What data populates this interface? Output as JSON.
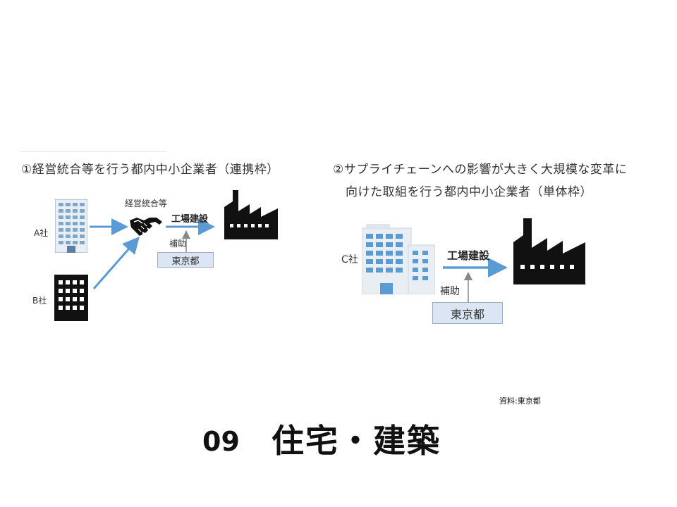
{
  "panel1": {
    "title": "①経営統合等を行う都内中小企業者（連携枠）",
    "company_a": "A社",
    "company_b": "B社",
    "merger_label": "経営統合等",
    "factory_label": "工場建設",
    "subsidy_label": "補助",
    "tokyo_label": "東京都"
  },
  "panel2": {
    "title_line1": "②サプライチェーンへの影響が大きく大規模な変革に",
    "title_line2": "向けた取組を行う都内中小企業者（単体枠）",
    "company_c": "C社",
    "factory_label": "工場建設",
    "subsidy_label": "補助",
    "tokyo_label": "東京都"
  },
  "source": "資料:東京都",
  "footer": {
    "number": "09",
    "title": "住宅・建築"
  },
  "colors": {
    "arrow": "#5b9bd5",
    "building_blue": "#5b9bd5",
    "tokyo_box": "#dbe5f3",
    "factory": "#111111"
  }
}
